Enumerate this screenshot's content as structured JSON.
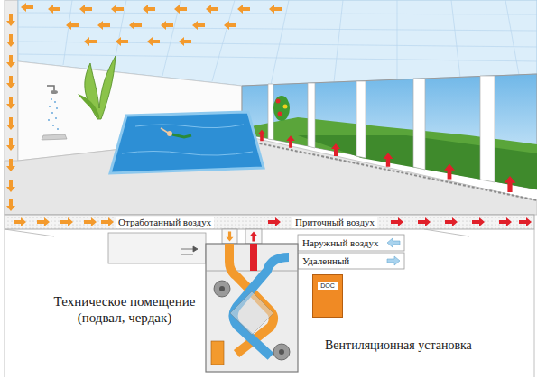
{
  "diagram": {
    "nodes": [
      {
        "text": [
          "DOC"
        ]
      }
    ],
    "labels": [
      "Отработанный воздух",
      "Приточный воздух",
      "Наружный воздух",
      "Удаленный",
      "Техническое помещение (подвал, чердак)",
      "Вентиляционная установка"
    ]
  }
}
